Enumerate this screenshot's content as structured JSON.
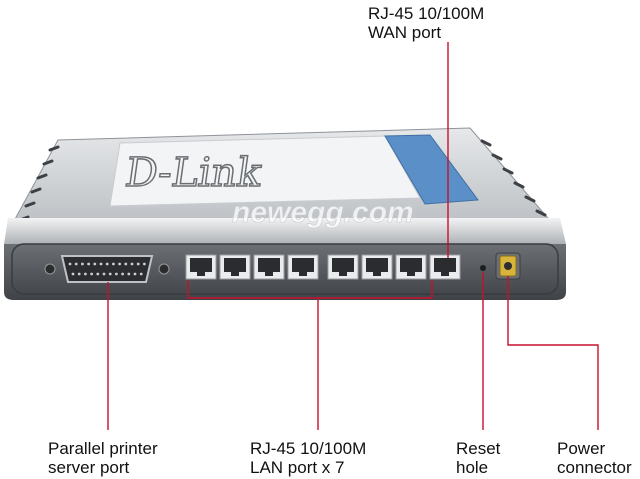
{
  "colors": {
    "leader_line": "#c8102e",
    "label_text": "#111111",
    "chassis_dark": "#5e6266",
    "chassis_light": "#c9ccd0",
    "label_sticker": "#5a8fc8"
  },
  "product": {
    "brand_text": "D-Link",
    "watermark": "newegg.com"
  },
  "callouts": {
    "wan": {
      "line1": "RJ-45 10/100M",
      "line2": "WAN port"
    },
    "parallel": {
      "line1": "Parallel printer",
      "line2": "server port"
    },
    "lan": {
      "line1": "RJ-45 10/100M",
      "line2": "LAN port x 7"
    },
    "reset": {
      "line1": "Reset",
      "line2": "hole"
    },
    "power": {
      "line1": "Power",
      "line2": "connector"
    }
  }
}
